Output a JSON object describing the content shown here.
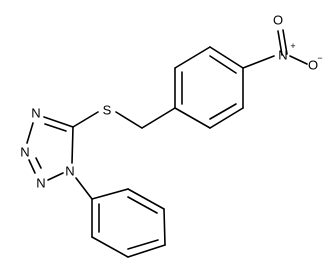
{
  "molecule": {
    "atoms": {
      "S": "S",
      "N1": "N",
      "N2": "N",
      "N3": "N",
      "N4": "N",
      "N_nitro": "N",
      "O_top": "O",
      "O_right": "O"
    },
    "charges": {
      "N_nitro": "+",
      "O_right": "−"
    }
  }
}
